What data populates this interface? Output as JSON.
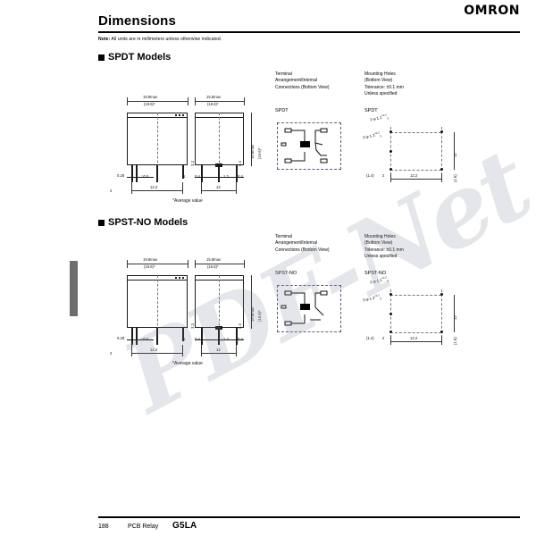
{
  "brand": "OMRON",
  "header": {
    "title": "Dimensions",
    "note_label": "Note:",
    "note_text": "All units are in millimeters unless otherwise indicated."
  },
  "sections": [
    {
      "id": "spdt",
      "heading": "SPDT Models",
      "column_captions": {
        "terminal": "Terminal\nArrangement/Internal\nConnections (Bottom View)",
        "terminal_line1": "Terminal",
        "terminal_line2": "Arrangement/Internal",
        "terminal_line3": "Connections (Bottom View)",
        "mounting_line1": "Mounting Holes",
        "mounting_line2": "(Bottom View)",
        "mounting_line3": "Tolerance: ±0.1 mm",
        "mounting_line4": "Unless specified"
      },
      "terminal_sublabel": "SPDT",
      "mounting_sublabel": "SPDT",
      "front_view": {
        "width_max": "19.8max",
        "width_avg": "(19.6)*",
        "dim_left_small": "0.28",
        "dim_square": "□0.5",
        "dim_pitch": "12.2",
        "dim_right": "1",
        "dim_bottom_left": "2",
        "dim_inner": "1.2"
      },
      "side_view": {
        "width_max": "15.8max",
        "width_avg": "(15.6)*",
        "height_max": "15.8max",
        "height_avg": "(15.6)*",
        "dim_top": "0.4",
        "dim_coil": "3.3",
        "dim_left": "0.4",
        "dim_mid": "1.2",
        "dim_right": "0.4",
        "dim_bottom": "12"
      },
      "footnote": "*Average value",
      "mounting_holes": {
        "callout_1": "2-φ 1.1",
        "callout_1_tol_up": "+0.2",
        "callout_1_tol_dn": "0",
        "callout_2": "3-φ 1.3",
        "callout_2_tol_up": "+0.2",
        "callout_2_tol_dn": "0",
        "dim_left": "(1.4)",
        "dim_a": "2",
        "dim_b": "12.2",
        "dim_right_v": "(1.6)",
        "dim_height": "12"
      }
    },
    {
      "id": "spst-no",
      "heading": "SPST-NO Models",
      "column_captions": {
        "terminal_line1": "Terminal",
        "terminal_line2": "Arrangement/Internal",
        "terminal_line3": "Connections (Bottom View)",
        "mounting_line1": "Mounting Holes",
        "mounting_line2": "(Bottom View)",
        "mounting_line3": "Tolerance: ±0.1 mm",
        "mounting_line4": "Unless specified"
      },
      "terminal_sublabel": "SPST-NO",
      "mounting_sublabel": "SPST-NO",
      "front_view": {
        "width_max": "19.8max",
        "width_avg": "(19.6)*",
        "dim_left_small": "0.28",
        "dim_square": "□0.5",
        "dim_pitch": "12.2",
        "dim_right": "1",
        "dim_bottom_left": "2",
        "dim_inner": "1.2"
      },
      "side_view": {
        "width_max": "15.8max",
        "width_avg": "(15.6)*",
        "height_max": "15.8max",
        "height_avg": "(15.6)*",
        "dim_top": "0.4",
        "dim_coil": "3.3",
        "dim_left": "0.4",
        "dim_mid": "1.2",
        "dim_right": "0.4",
        "dim_bottom": "12"
      },
      "footnote": "*Average value",
      "mounting_holes": {
        "callout_1": "2-φ 1.1",
        "callout_1_tol_up": "+0.2",
        "callout_1_tol_dn": "0",
        "callout_2": "3-φ 1.3",
        "callout_2_tol_up": "+0.2",
        "callout_2_tol_dn": "0",
        "dim_left": "(1.4)",
        "dim_a": "2",
        "dim_b": "12.2",
        "dim_right_v": "(1.6)",
        "dim_height": "12"
      }
    }
  ],
  "watermark": "PDF-Net",
  "footer": {
    "page_number": "188",
    "category": "PCB Relay",
    "model": "G5LA"
  }
}
